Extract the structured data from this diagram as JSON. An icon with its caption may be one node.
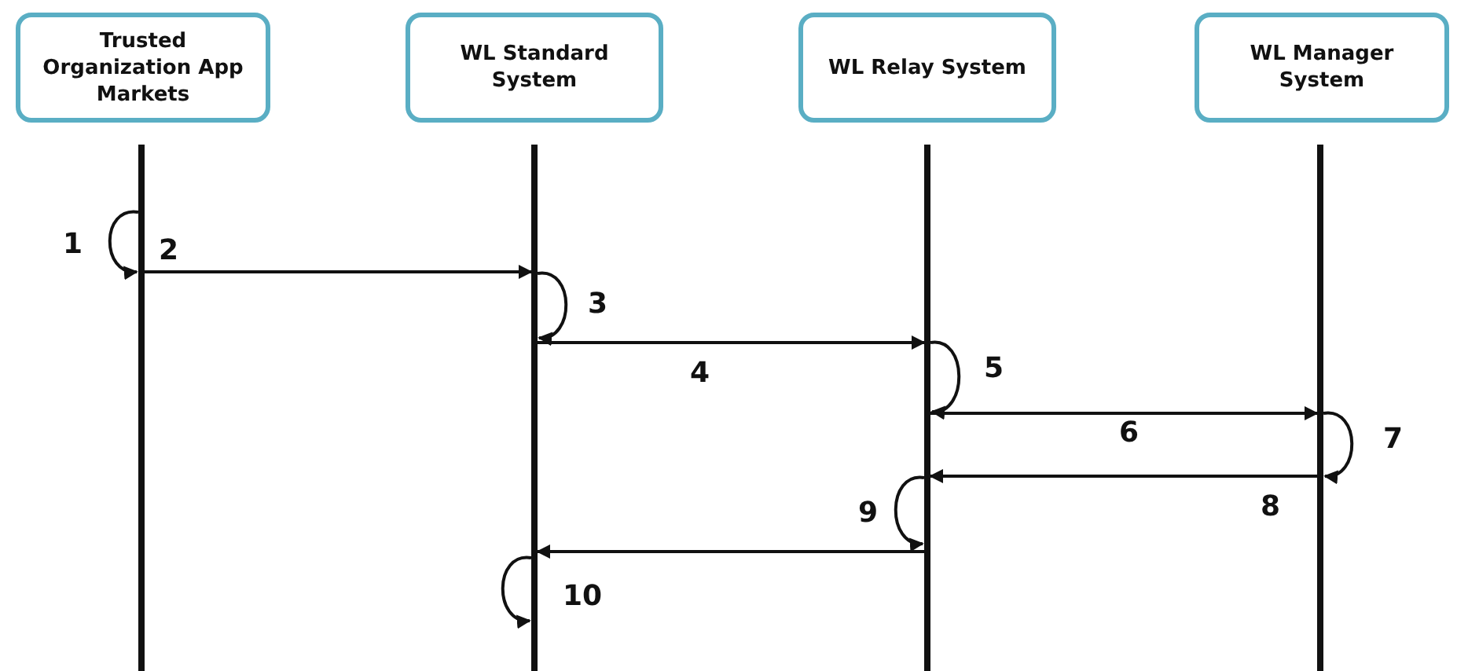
{
  "diagram": {
    "nodes": [
      {
        "text": [
          "Trusted Organization App Markets"
        ]
      },
      {
        "text": [
          "WL Standard System"
        ]
      },
      {
        "text": [
          "WL Relay System"
        ]
      },
      {
        "text": [
          "WL Manager System"
        ]
      },
      {
        "text": [],
        "shape": "bar"
      },
      {
        "text": [],
        "shape": "bar"
      },
      {
        "text": [],
        "shape": "bar"
      },
      {
        "text": [],
        "shape": "bar"
      }
    ],
    "edges": [
      {
        "from": 4,
        "to": 4,
        "arrow": "to",
        "label": "1"
      },
      {
        "from": 4,
        "to": 5,
        "arrow": "to",
        "label": "2"
      },
      {
        "from": 5,
        "to": 5,
        "arrow": "to",
        "label": "3"
      },
      {
        "from": 5,
        "to": 6,
        "arrow": "to",
        "label": "4"
      },
      {
        "from": 6,
        "to": 6,
        "arrow": "to",
        "label": "5"
      },
      {
        "from": 6,
        "to": 7,
        "arrow": "to",
        "label": "6"
      },
      {
        "from": 7,
        "to": 7,
        "arrow": "to",
        "label": "7"
      },
      {
        "from": 7,
        "to": 6,
        "arrow": "to",
        "label": "8"
      },
      {
        "from": 6,
        "to": 6,
        "arrow": "to",
        "label": "9"
      },
      {
        "from": 6,
        "to": 5,
        "arrow": "to"
      },
      {
        "from": 5,
        "to": 5,
        "arrow": "to",
        "label": "10"
      }
    ]
  }
}
